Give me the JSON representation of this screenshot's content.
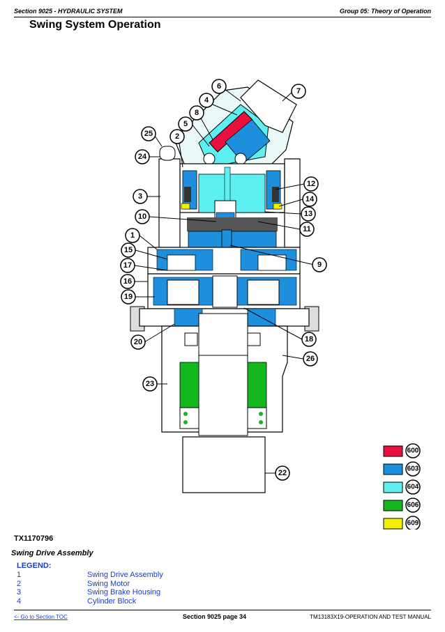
{
  "header": {
    "section": "Section 9025 - HYDRAULIC SYSTEM",
    "group": "Group 05: Theory of Operation"
  },
  "title": "Swing System Operation",
  "diagram": {
    "callouts": [
      "1",
      "2",
      "3",
      "4",
      "5",
      "6",
      "7",
      "8",
      "9",
      "10",
      "11",
      "12",
      "13",
      "14",
      "15",
      "16",
      "17",
      "18",
      "19",
      "20",
      "22",
      "23",
      "24",
      "25",
      "26"
    ],
    "swatches": [
      {
        "code": "600",
        "color": "#e8103c"
      },
      {
        "code": "603",
        "color": "#1e8fdc"
      },
      {
        "code": "604",
        "color": "#5ef0f0"
      },
      {
        "code": "606",
        "color": "#12b81e"
      },
      {
        "code": "609",
        "color": "#f5f000"
      }
    ]
  },
  "figure_id": "TX1170796",
  "caption": "Swing Drive Assembly",
  "legend": {
    "title": "LEGEND:",
    "items": [
      {
        "num": "1",
        "label": "Swing Drive Assembly"
      },
      {
        "num": "2",
        "label": "Swing Motor"
      },
      {
        "num": "3",
        "label": "Swing Brake Housing"
      },
      {
        "num": "4",
        "label": "Cylinder Block"
      }
    ]
  },
  "footer": {
    "link": "<- Go to Section TOC",
    "page": "Section 9025 page 34",
    "manual": "TM13183X19-OPERATION AND TEST MANUAL"
  }
}
